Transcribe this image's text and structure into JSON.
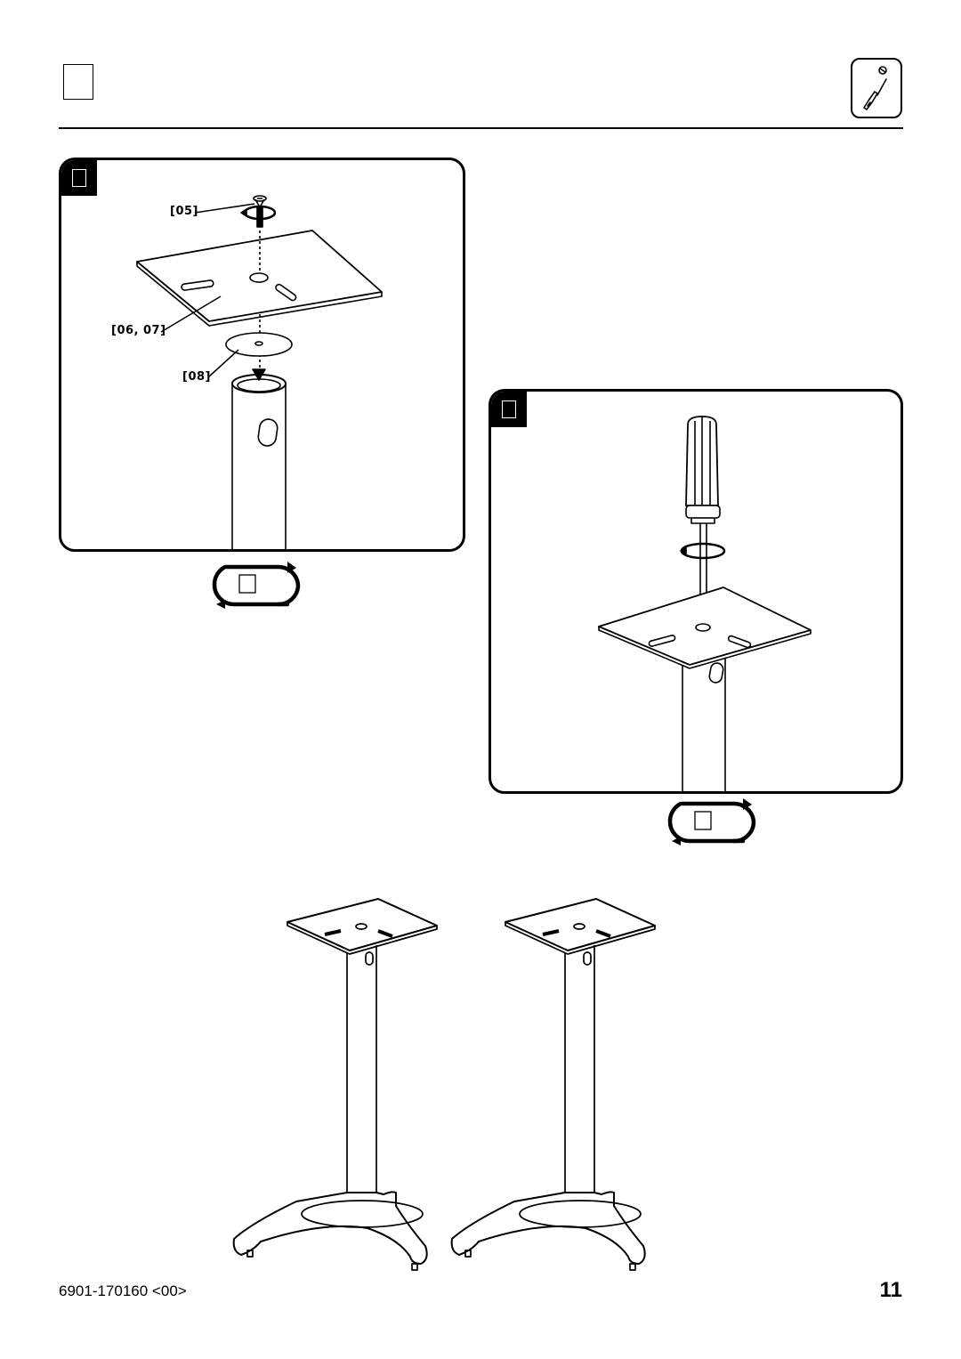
{
  "callouts": {
    "screw": "[05]",
    "top_plate": "[06, 07]",
    "washer": "[08]"
  },
  "footer": {
    "document_code": "6901-170160 <00>",
    "page_number": "11"
  }
}
